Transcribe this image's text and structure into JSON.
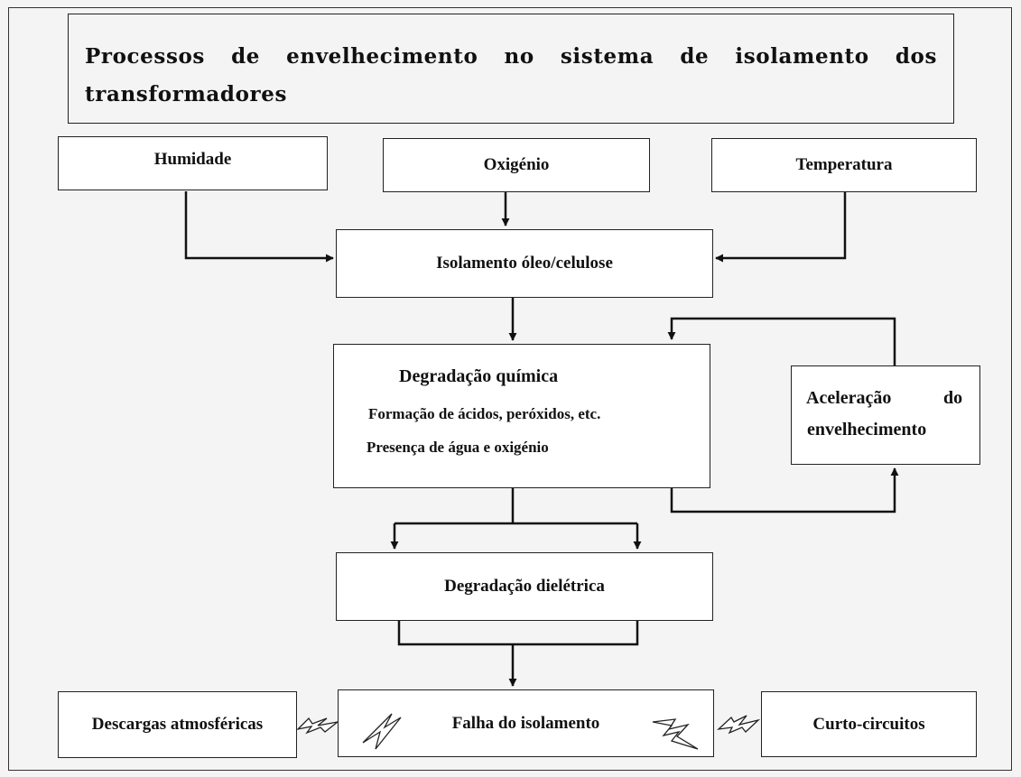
{
  "title": "Processos de envelhecimento no sistema de isolamento dos transformadores",
  "factors": {
    "humidity": "Humidade",
    "oxygen": "Oxigénio",
    "temperature": "Temperatura"
  },
  "insulation": "Isolamento óleo/celulose",
  "chemical_degradation": {
    "title": "Degradação química",
    "line1": "Formação de ácidos, peróxidos, etc.",
    "line2": "Presença de água e oxigénio"
  },
  "acceleration": {
    "line1a": "Aceleração",
    "line1b": "do",
    "line2": "envelhecimento"
  },
  "dielectric_degradation": "Degradação dielétrica",
  "failure": "Falha do isolamento",
  "atmospheric_discharges": "Descargas atmosféricas",
  "short_circuits": "Curto-circuitos",
  "colors": {
    "line": "#111111",
    "box_fill": "#ffffff",
    "background": "#f4f4f4"
  }
}
